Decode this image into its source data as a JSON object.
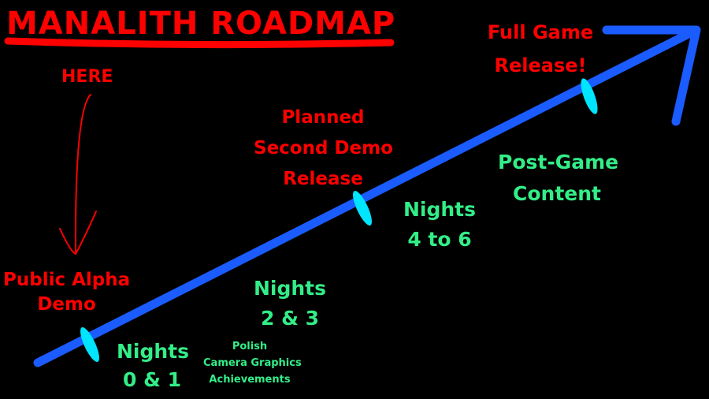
{
  "title": "MANALITH ROADMAP",
  "here_label": "HERE",
  "milestones": [
    {
      "label_line1": "Public Alpha",
      "label_line2": "Demo"
    },
    {
      "label_line1": "Planned",
      "label_line2": "Second Demo",
      "label_line3": "Release"
    },
    {
      "label_line1": "Full Game",
      "label_line2": "Release!"
    }
  ],
  "phases": [
    {
      "line1": "Nights",
      "line2": "0 & 1"
    },
    {
      "line1": "Nights",
      "line2": "2 & 3"
    },
    {
      "line1": "Nights",
      "line2": "4 to 6"
    },
    {
      "line1": "Post-Game",
      "line2": "Content"
    }
  ],
  "extras": [
    "Polish",
    "Camera Graphics",
    "Achievements"
  ],
  "colors": {
    "title": "#ff0000",
    "arrow": "#1a5cff",
    "tick": "#00e5ff",
    "phase": "#33ee88"
  }
}
